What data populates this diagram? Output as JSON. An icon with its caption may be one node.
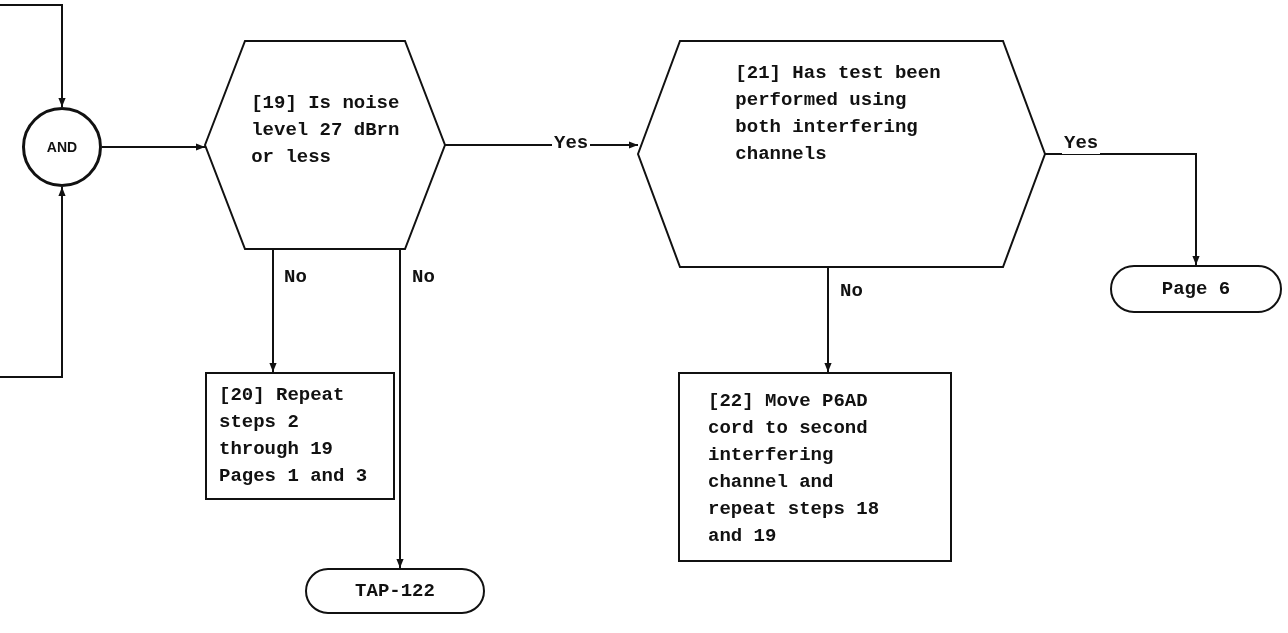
{
  "diagram": {
    "nodes": [
      {
        "text": [
          "AND"
        ]
      },
      {
        "text": [
          "[19] Is noise level 27 dBrn or less"
        ]
      },
      {
        "text": [
          "[21] Has test been performed using both interfering channels"
        ]
      },
      {
        "text": [
          "Page 6"
        ]
      },
      {
        "text": [
          "[20] Repeat steps 2 through 19 Pages 1 and 3"
        ]
      },
      {
        "text": [
          "TAP-122"
        ]
      },
      {
        "text": [
          "[22] Move P6AD cord to second interfering channel and repeat steps 18 and 19"
        ]
      }
    ],
    "edges": [
      {
        "from": null,
        "to": 0,
        "arrow": "to"
      },
      {
        "from": null,
        "to": 0,
        "arrow": "to"
      },
      {
        "from": 0,
        "to": 1,
        "arrow": "to"
      },
      {
        "from": 1,
        "to": 2,
        "arrow": "to",
        "label": "Yes"
      },
      {
        "from": 2,
        "to": 3,
        "arrow": "to",
        "label": "Yes"
      },
      {
        "from": 1,
        "to": 4,
        "arrow": "to",
        "label": "No"
      },
      {
        "from": 1,
        "to": 5,
        "arrow": "to",
        "label": "No"
      },
      {
        "from": 2,
        "to": 6,
        "arrow": "to",
        "label": "No"
      }
    ]
  }
}
